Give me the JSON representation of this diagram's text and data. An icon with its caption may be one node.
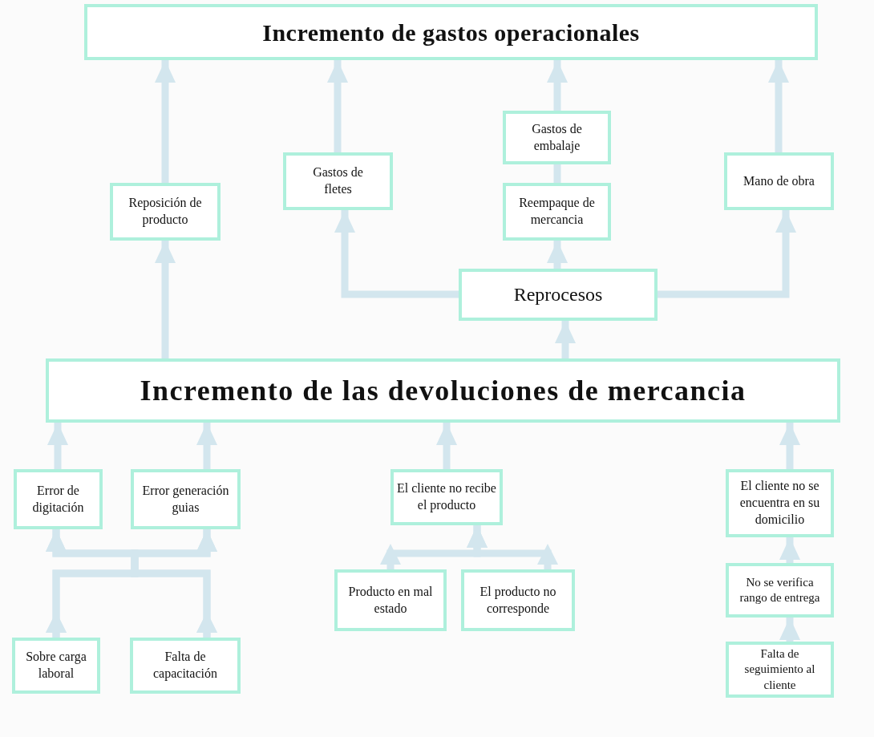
{
  "diagram": {
    "nodes": [
      {
        "text": [
          "Incremento de gastos operacionales"
        ]
      },
      {
        "text": [
          "Reposición de producto"
        ]
      },
      {
        "text": [
          "Gastos de fletes"
        ]
      },
      {
        "text": [
          "Gastos de embalaje"
        ]
      },
      {
        "text": [
          "Reempaque de mercancia"
        ]
      },
      {
        "text": [
          "Mano de obra"
        ]
      },
      {
        "text": [
          "Reprocesos"
        ]
      },
      {
        "text": [
          "Incremento de las devoluciones de mercancia"
        ]
      },
      {
        "text": [
          "Error de digitación"
        ]
      },
      {
        "text": [
          "Error generación guias"
        ]
      },
      {
        "text": [
          "El cliente no recibe el producto"
        ]
      },
      {
        "text": [
          "El cliente no se encuentra en su domicilio"
        ]
      },
      {
        "text": [
          "Sobre carga laboral"
        ]
      },
      {
        "text": [
          "Falta de capacitación"
        ]
      },
      {
        "text": [
          "Producto en mal estado"
        ]
      },
      {
        "text": [
          "El producto no corresponde"
        ]
      },
      {
        "text": [
          "No se verifica rango de entrega"
        ]
      },
      {
        "text": [
          "Falta de seguimiento al cliente"
        ]
      }
    ],
    "edges": [
      {
        "from": 1,
        "to": 0,
        "arrow": "to"
      },
      {
        "from": 7,
        "to": 1,
        "arrow": "to"
      },
      {
        "from": 2,
        "to": 0,
        "arrow": "to"
      },
      {
        "from": 3,
        "to": 0,
        "arrow": "to"
      },
      {
        "from": 4,
        "to": 3,
        "arrow": "none"
      },
      {
        "from": 5,
        "to": 0,
        "arrow": "to"
      },
      {
        "from": 6,
        "to": 2,
        "arrow": "to"
      },
      {
        "from": 6,
        "to": 4,
        "arrow": "to"
      },
      {
        "from": 6,
        "to": 5,
        "arrow": "to"
      },
      {
        "from": 7,
        "to": 6,
        "arrow": "to"
      },
      {
        "from": 8,
        "to": 7,
        "arrow": "to"
      },
      {
        "from": 9,
        "to": 7,
        "arrow": "to"
      },
      {
        "from": 10,
        "to": 7,
        "arrow": "to"
      },
      {
        "from": 11,
        "to": 7,
        "arrow": "to"
      },
      {
        "from": 12,
        "to": 8,
        "arrow": "to"
      },
      {
        "from": 12,
        "to": 9,
        "arrow": "to"
      },
      {
        "from": 13,
        "to": 8,
        "arrow": "to"
      },
      {
        "from": 13,
        "to": 9,
        "arrow": "to"
      },
      {
        "from": 14,
        "to": 10,
        "arrow": "to"
      },
      {
        "from": 15,
        "to": 10,
        "arrow": "to"
      },
      {
        "from": 16,
        "to": 11,
        "arrow": "to"
      },
      {
        "from": 17,
        "to": 16,
        "arrow": "to"
      }
    ]
  }
}
